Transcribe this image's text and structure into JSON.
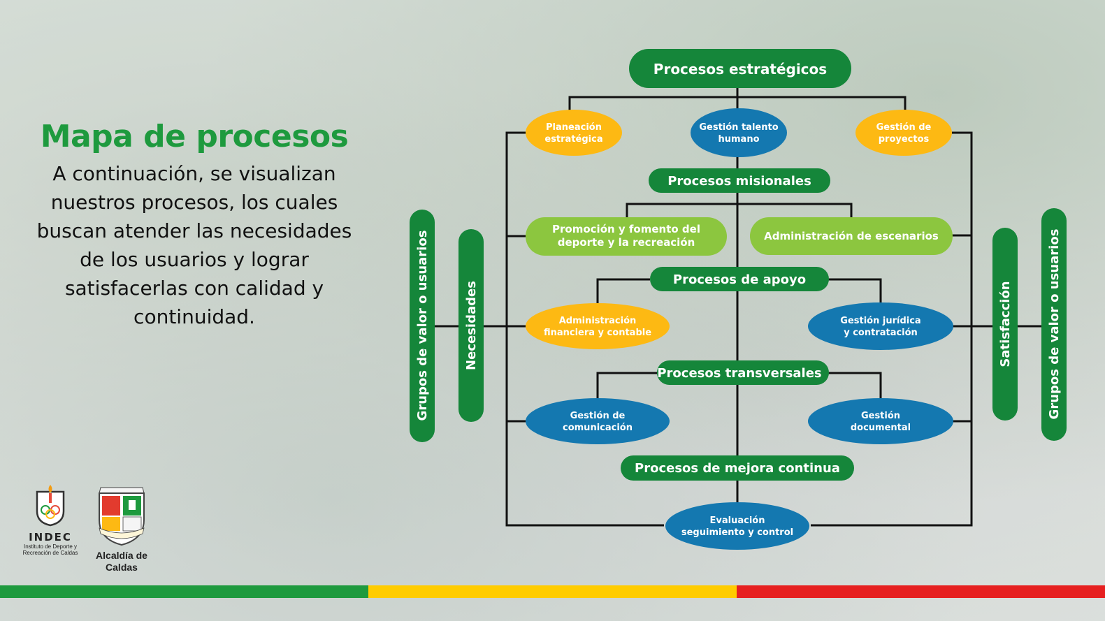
{
  "title": "Mapa de procesos",
  "intro": "A continuación, se visualizan nuestros  procesos, los cuales buscan atender las necesidades de los usuarios y lograr satisfacerlas con calidad y continuidad.",
  "colors": {
    "green_dark": "#15863a",
    "green_light": "#8cc63f",
    "yellow": "#fdb913",
    "blue": "#1478b0",
    "title_green": "#1e9a3e",
    "stripe_green": "#1e9a3e",
    "stripe_yellow": "#ffcc00",
    "stripe_red": "#e62020"
  },
  "side_bars": {
    "left_outer": "Grupos de valor o usuarios",
    "left_inner": "Necesidades",
    "right_inner": "Satisfacción",
    "right_outer": "Grupos de valor o usuarios"
  },
  "headers": {
    "estrategicos": "Procesos estratégicos",
    "misionales": "Procesos misionales",
    "apoyo": "Procesos de apoyo",
    "transversales": "Procesos transversales",
    "mejora": "Procesos de mejora continua"
  },
  "nodes": {
    "planeacion": [
      "Planeación",
      "estratégica"
    ],
    "talento": [
      "Gestión talento",
      "humano"
    ],
    "proyectos": [
      "Gestión de",
      "proyectos"
    ],
    "promocion": [
      "Promoción y fomento del",
      "deporte y la recreación"
    ],
    "escenarios": [
      "Administración de escenarios"
    ],
    "financiera": [
      "Administración",
      "financiera y contable"
    ],
    "juridica": [
      "Gestión jurídica",
      "y contratación"
    ],
    "comunicacion": [
      "Gestión de",
      "comunicación"
    ],
    "documental": [
      "Gestión",
      "documental"
    ],
    "evaluacion": [
      "Evaluación",
      "seguimiento y control"
    ]
  },
  "logos": {
    "indec_name": "INDEC",
    "indec_sub": [
      "Instituto de Deporte y",
      "Recreación de Caldas"
    ],
    "caldas_name": [
      "Alcaldía de",
      "Caldas"
    ]
  }
}
